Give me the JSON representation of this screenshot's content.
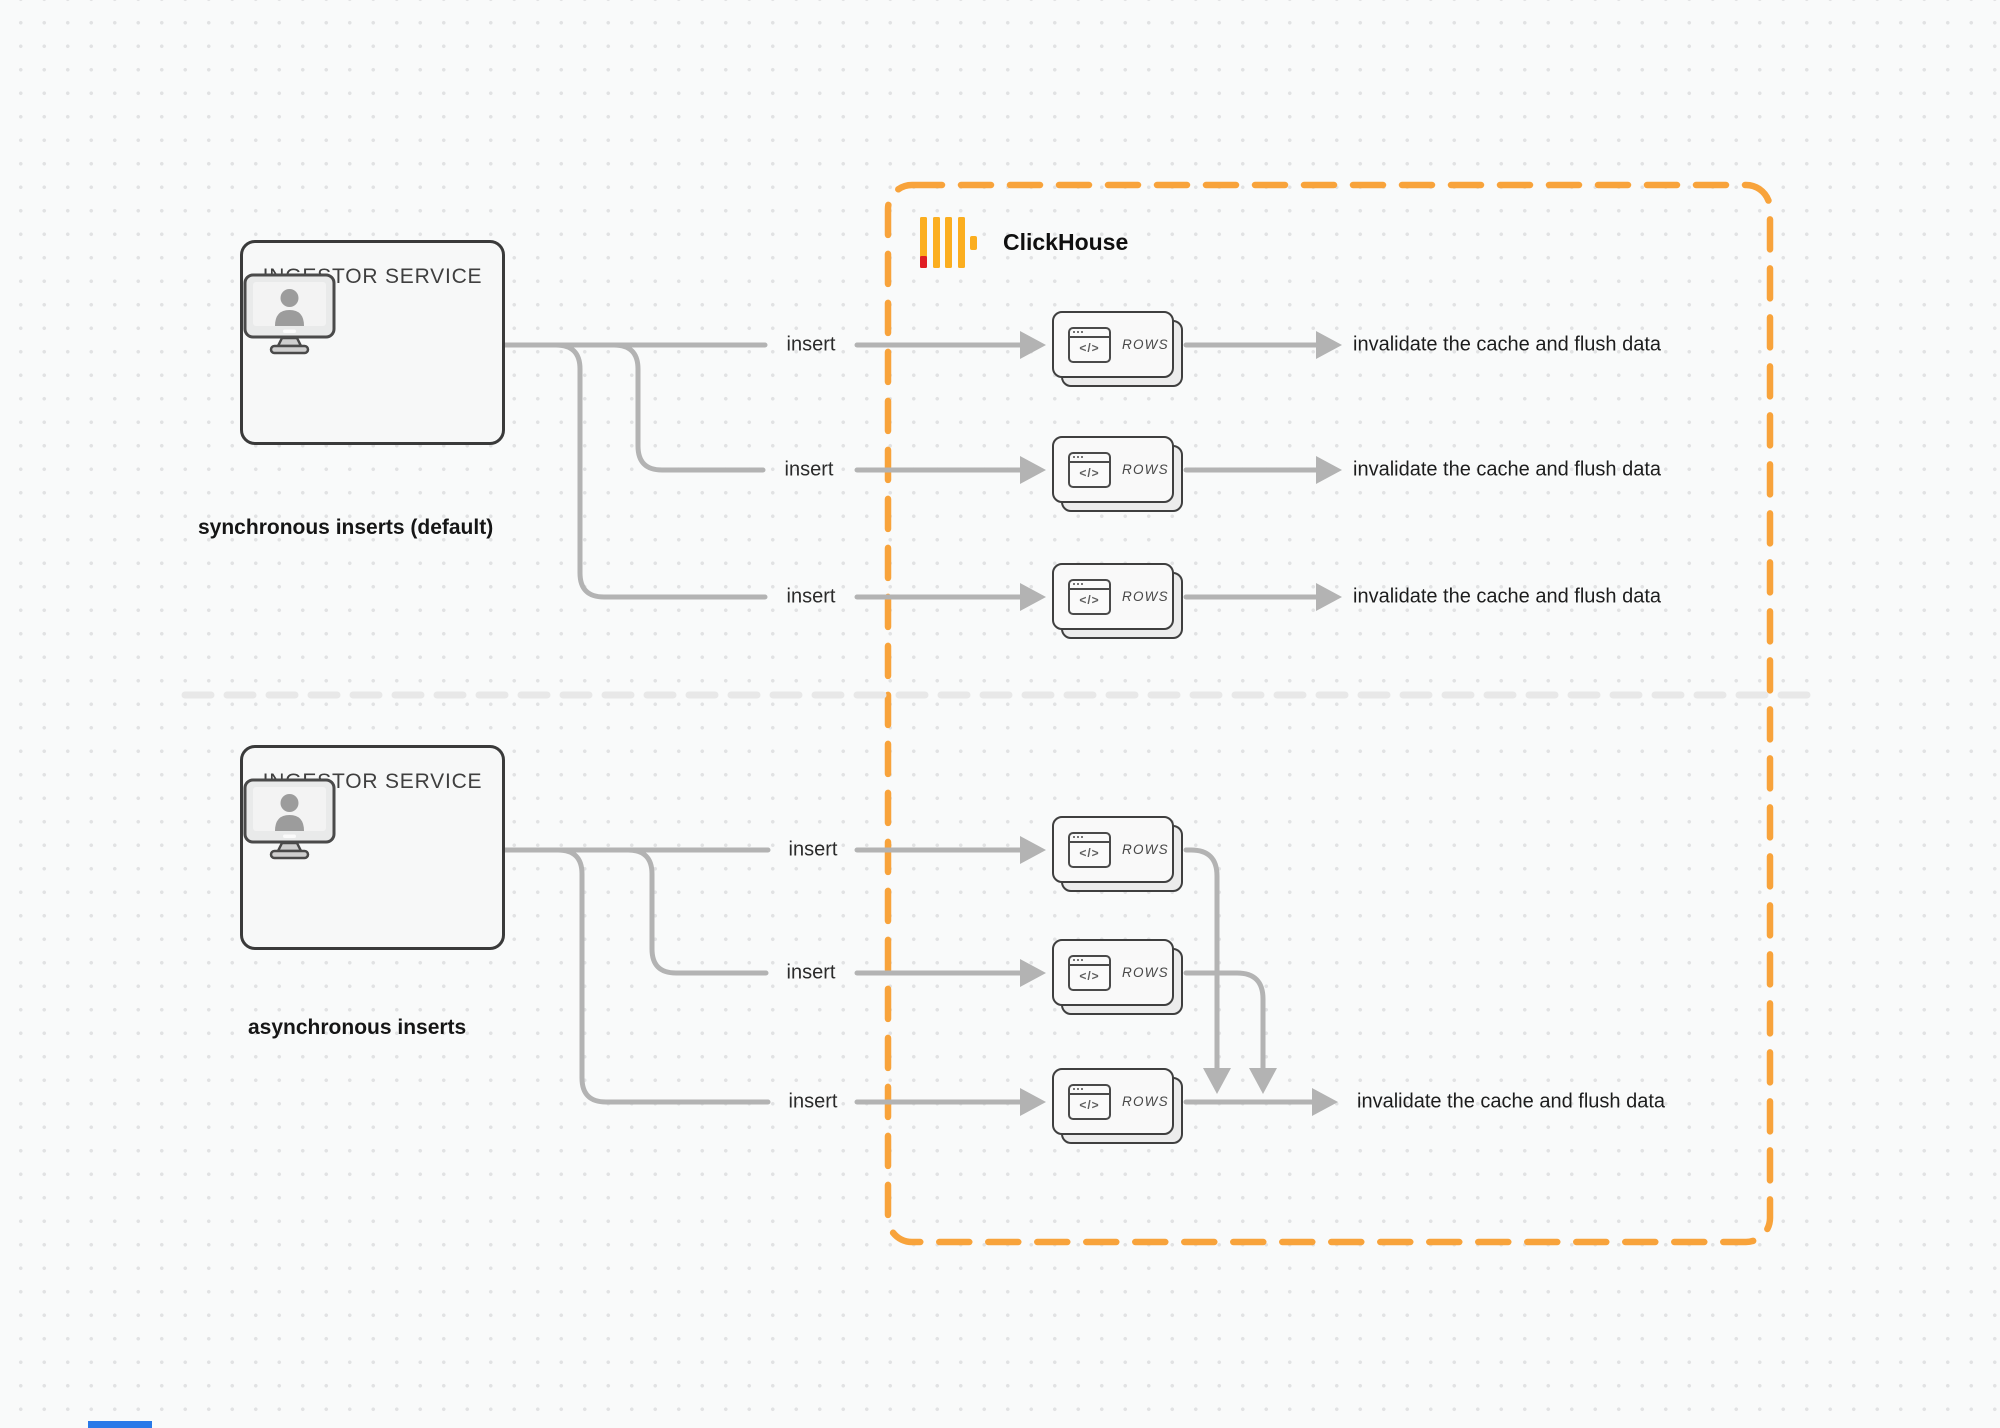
{
  "logo": {
    "label": "ClickHouse"
  },
  "sync": {
    "caption": "synchronous inserts (default)",
    "service_label": "INGESTOR SERVICE"
  },
  "async": {
    "caption": "asynchronous inserts",
    "service_label": "INGESTOR SERVICE"
  },
  "labels": {
    "insert": "insert",
    "invalidate": "invalidate the cache and flush data",
    "rows": "ROWS",
    "code_glyph": "</>"
  },
  "colors": {
    "accent_orange": "#f8a33b",
    "logo_yellow": "#fbae1f",
    "logo_red": "#e01e24",
    "connector_gray": "#b3b3b3",
    "divider_gray": "#e8e8e8",
    "box_border_dark": "#3a3a3a",
    "background": "#f9fafa",
    "blue_bar": "#2979e8"
  }
}
